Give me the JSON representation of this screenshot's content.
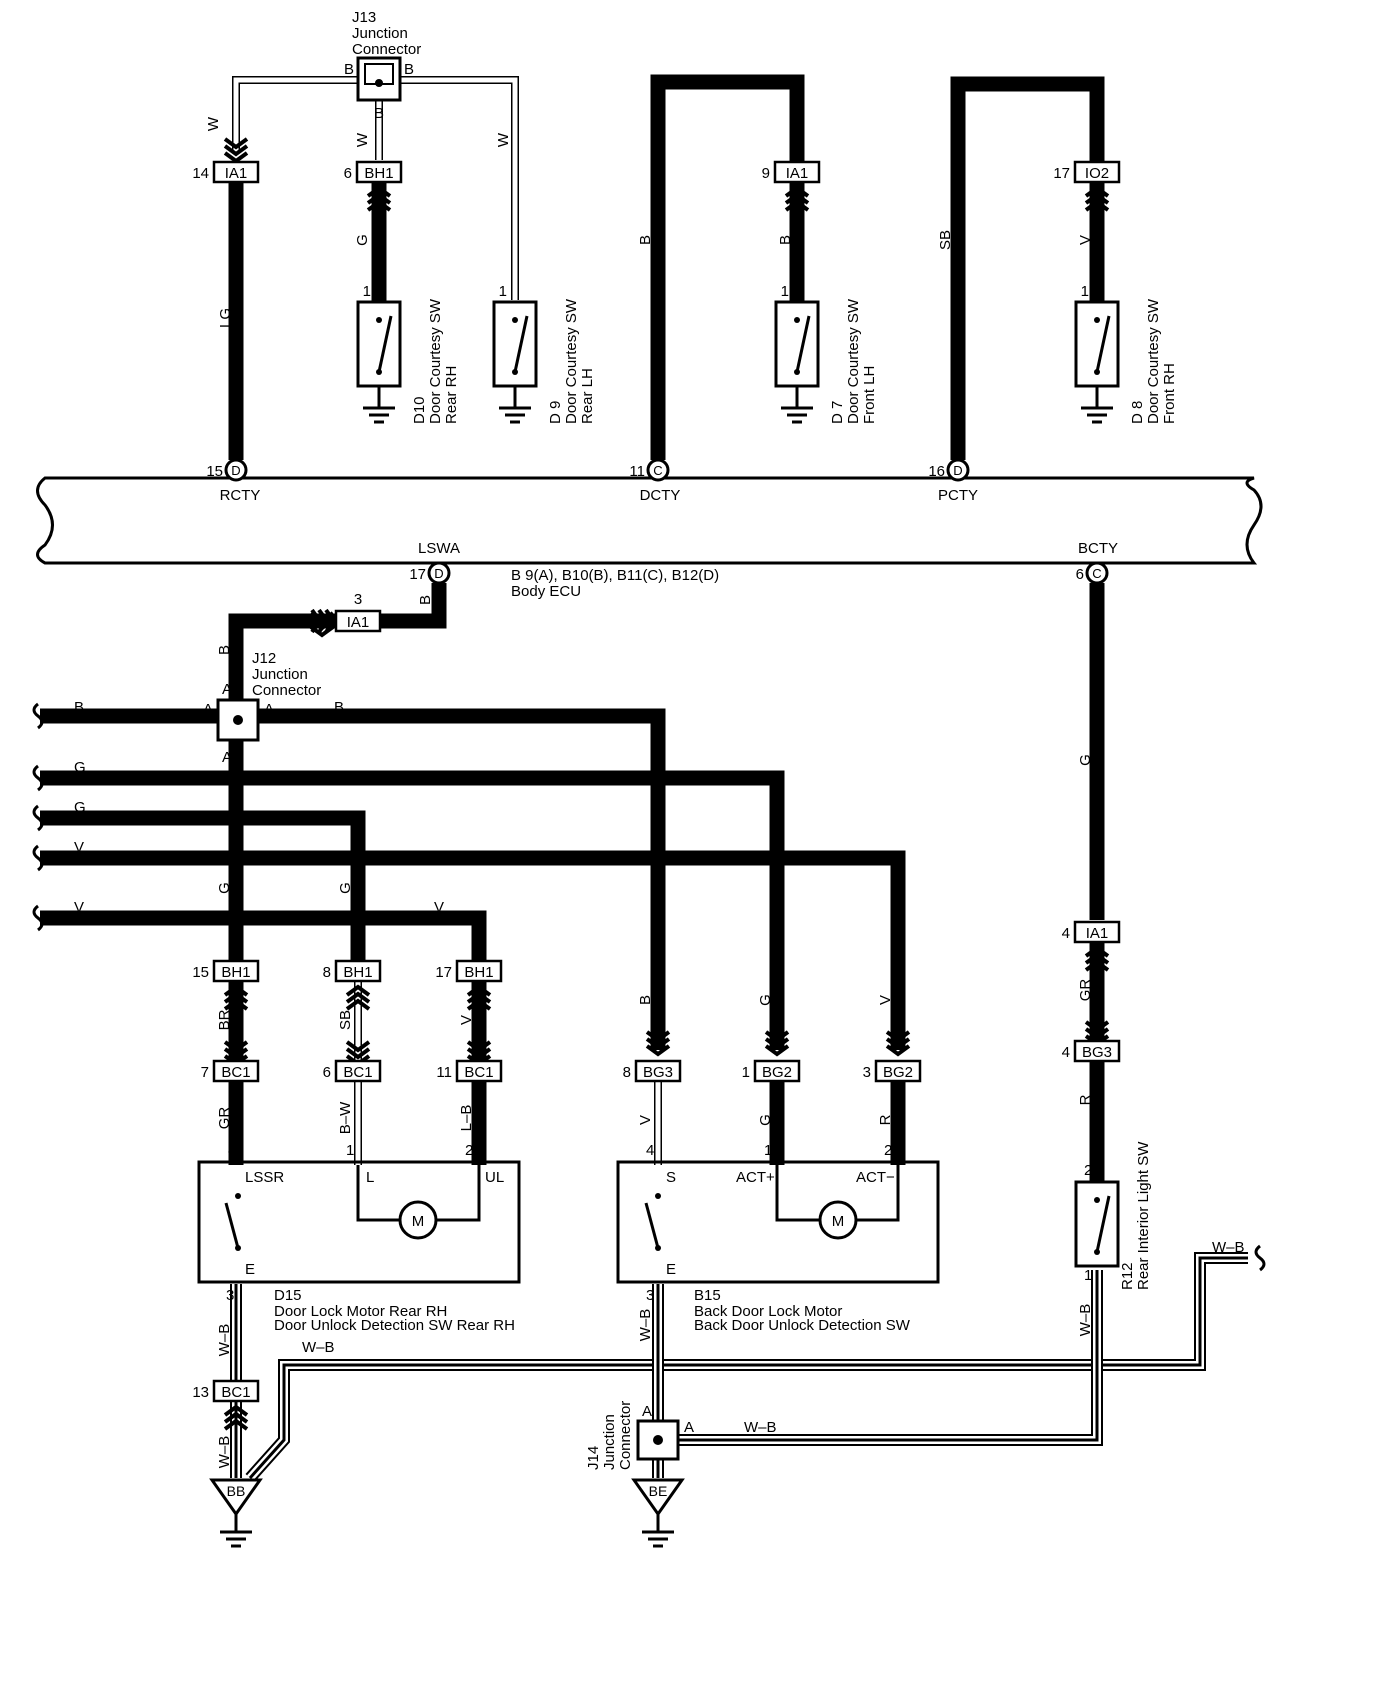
{
  "j13": {
    "id": "J13",
    "l1": "Junction",
    "l2": "Connector"
  },
  "j12": {
    "id": "J12",
    "l1": "Junction",
    "l2": "Connector"
  },
  "j14": {
    "id": "J14",
    "l1": "Junction",
    "l2": "Connector"
  },
  "ecu": {
    "line1": "B 9(A), B10(B), B11(C), B12(D)",
    "line2": "Body ECU"
  },
  "sw_d10": {
    "id": "D10",
    "l1": "Door Courtesy SW",
    "l2": "Rear RH"
  },
  "sw_d9": {
    "id": "D 9",
    "l1": "Door Courtesy SW",
    "l2": "Rear LH"
  },
  "sw_d7": {
    "id": "D 7",
    "l1": "Door Courtesy SW",
    "l2": "Front LH"
  },
  "sw_d8": {
    "id": "D 8",
    "l1": "Door Courtesy SW",
    "l2": "Front RH"
  },
  "sw_r12": {
    "id": "R12",
    "l1": "Rear Interior Light SW"
  },
  "d15": {
    "id": "D15",
    "l1": "Door Lock Motor Rear RH",
    "l2": "Door Unlock Detection SW Rear RH",
    "t_lssr": "LSSR",
    "t_l": "L",
    "t_ul": "UL",
    "t_e": "E",
    "motor": "M"
  },
  "b15": {
    "id": "B15",
    "l1": "Back Door Lock Motor",
    "l2": "Back Door Unlock Detection SW",
    "t_s": "S",
    "t_actp": "ACT+",
    "t_actm": "ACT−",
    "t_e": "E",
    "motor": "M"
  },
  "grounds": {
    "bb": "BB",
    "be": "BE"
  },
  "terminals": [
    "RCTY",
    "DCTY",
    "PCTY",
    "LSWA",
    "BCTY"
  ],
  "pins": [
    "D",
    "C",
    "D",
    "D",
    "C"
  ],
  "pin_nums": [
    "15",
    "11",
    "16",
    "17",
    "6"
  ],
  "conn_names": [
    "IA1",
    "BH1",
    "IA1",
    "IO2",
    "IA1",
    "BH1",
    "BH1",
    "BH1",
    "BC1",
    "BC1",
    "BC1",
    "BG3",
    "BG2",
    "BG2",
    "IA1",
    "BG3",
    "BC1"
  ],
  "conn_nums": [
    "14",
    "6",
    "9",
    "17",
    "3",
    "15",
    "8",
    "17",
    "7",
    "6",
    "11",
    "8",
    "1",
    "3",
    "4",
    "4",
    "13"
  ],
  "wire_colors": [
    "W",
    "B",
    "W",
    "W",
    "LG",
    "G",
    "B",
    "B",
    "SB",
    "V",
    "B",
    "B",
    "G",
    "G",
    "V",
    "V",
    "V",
    "B",
    "G",
    "B",
    "G",
    "V",
    "BR",
    "SB",
    "V",
    "GR",
    "B–W",
    "L–B",
    "V",
    "G",
    "R",
    "GR",
    "R",
    "W–B",
    "W–B",
    "W–B",
    "W–B",
    "W–B",
    "W–B",
    "W–B",
    "W–B"
  ],
  "pin_labels": [
    "B",
    "B",
    "1",
    "1",
    "1",
    "1",
    "A",
    "A",
    "A",
    "A",
    "4",
    "1",
    "2",
    "4",
    "1",
    "2",
    "3",
    "3",
    "2",
    "1",
    "A",
    "A"
  ]
}
